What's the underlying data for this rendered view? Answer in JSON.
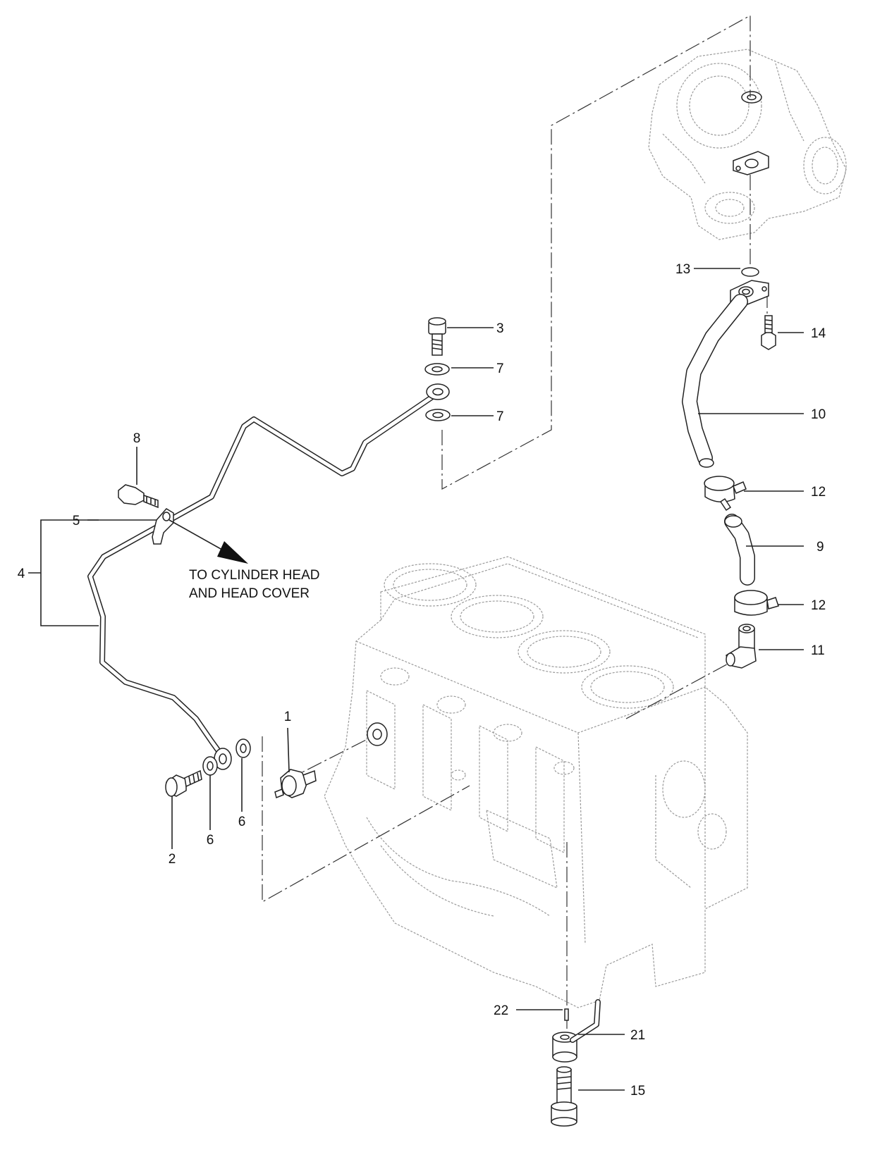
{
  "diagram": {
    "note": {
      "line1": "TO CYLINDER HEAD",
      "line2": "AND HEAD COVER"
    },
    "callouts": [
      {
        "id": "1",
        "text": "1"
      },
      {
        "id": "2",
        "text": "2"
      },
      {
        "id": "3",
        "text": "3"
      },
      {
        "id": "4",
        "text": "4"
      },
      {
        "id": "5",
        "text": "5"
      },
      {
        "id": "6a",
        "text": "6"
      },
      {
        "id": "6b",
        "text": "6"
      },
      {
        "id": "7a",
        "text": "7"
      },
      {
        "id": "7b",
        "text": "7"
      },
      {
        "id": "8",
        "text": "8"
      },
      {
        "id": "9",
        "text": "9"
      },
      {
        "id": "10",
        "text": "10"
      },
      {
        "id": "11",
        "text": "11"
      },
      {
        "id": "12a",
        "text": "12"
      },
      {
        "id": "12b",
        "text": "12"
      },
      {
        "id": "13",
        "text": "13"
      },
      {
        "id": "14",
        "text": "14"
      },
      {
        "id": "15",
        "text": "15"
      },
      {
        "id": "21",
        "text": "21"
      },
      {
        "id": "22",
        "text": "22"
      }
    ]
  }
}
